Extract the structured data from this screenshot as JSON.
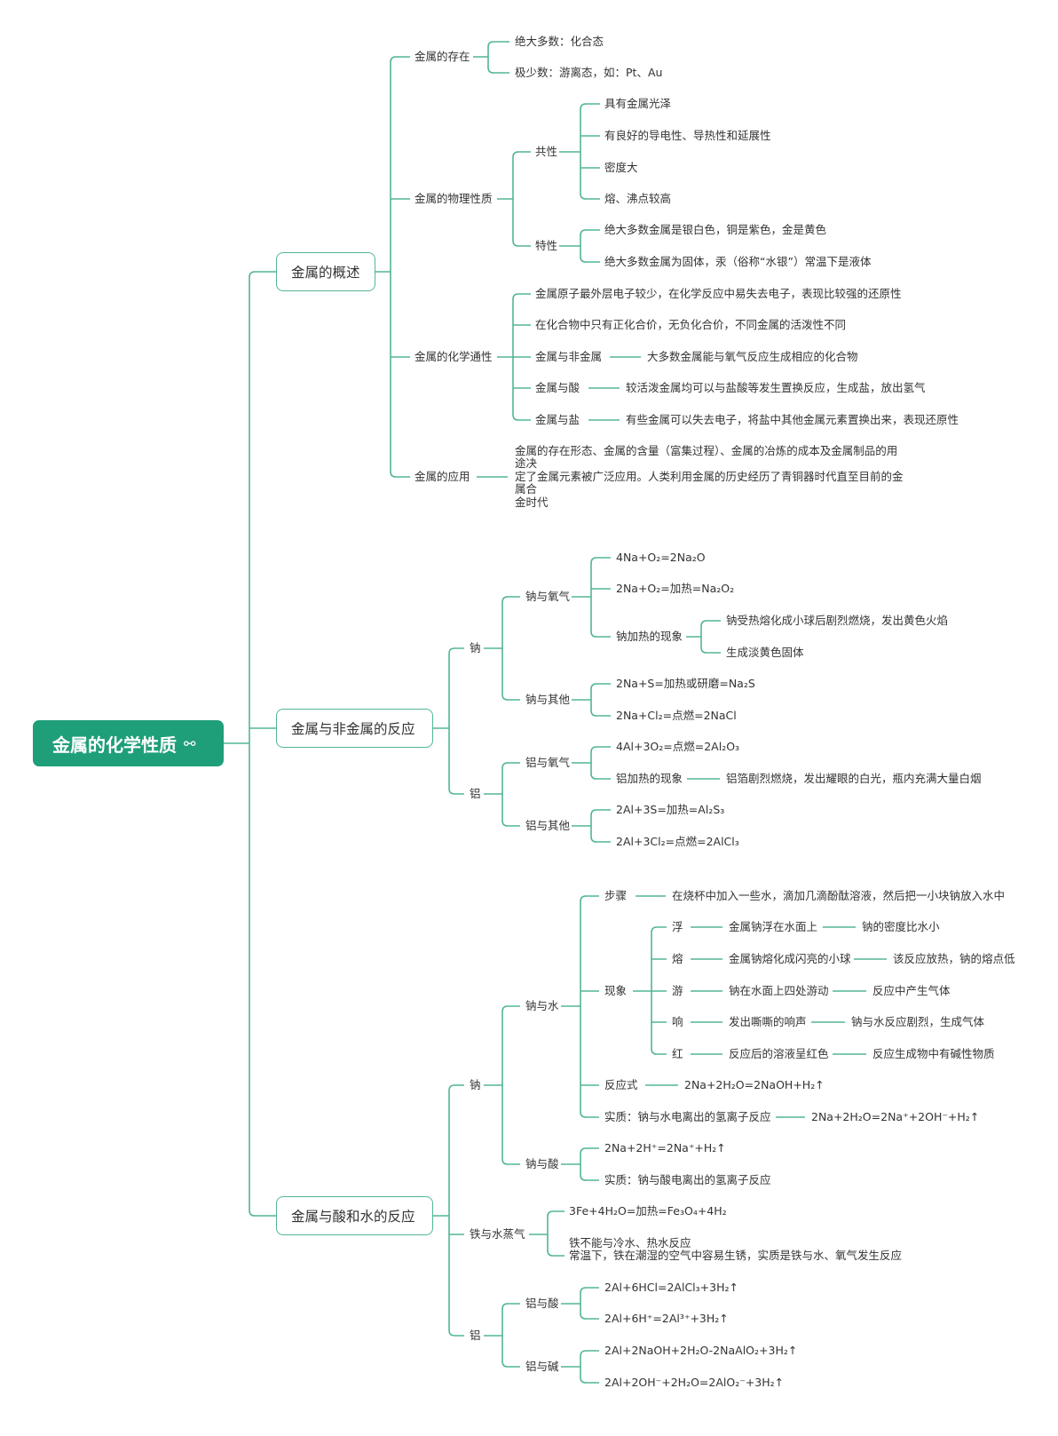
{
  "root": {
    "label": "金属的化学性质",
    "icon": "link-icon"
  },
  "colors": {
    "accent": "#1f9e7a",
    "line": "#52b596"
  },
  "s1": {
    "title": "金属的概述",
    "cunzai": {
      "label": "金属的存在",
      "a": "绝大多数：化合态",
      "b": "极少数：游离态，如：Pt、Au"
    },
    "wuli": {
      "label": "金属的物理性质",
      "gongxing": "共性",
      "g1": "具有金属光泽",
      "g2": "有良好的导电性、导热性和延展性",
      "g3": "密度大",
      "g4": "熔、沸点较高",
      "texing": "特性",
      "t1": "绝大多数金属是银白色，铜是紫色，金是黄色",
      "t2": "绝大多数金属为固体，汞（俗称“水银”）常温下是液体"
    },
    "huaxue": {
      "label": "金属的化学通性",
      "c1": "金属原子最外层电子较少，在化学反应中易失去电子，表现比较强的还原性",
      "c2": "在化合物中只有正化合价，无负化合价，不同金属的活泼性不同",
      "c3": "金属与非金属",
      "c3v": "大多数金属能与氧气反应生成相应的化合物",
      "c4": "金属与酸",
      "c4v": "较活泼金属均可以与盐酸等发生置换反应，生成盐，放出氢气",
      "c5": "金属与盐",
      "c5v": "有些金属可以失去电子，将盐中其他金属元素置换出来，表现还原性"
    },
    "yingyong": {
      "label": "金属的应用",
      "l1": "金属的存在形态、金属的含量（富集过程）、金属的冶炼的成本及金属制品的用",
      "l2": "途决",
      "l3": "定了金属元素被广泛应用。人类利用金属的历史经历了青铜器时代直至目前的金",
      "l4": "属合",
      "l5": "金时代"
    }
  },
  "s2": {
    "title": "金属与非金属的反应",
    "na": {
      "label": "钠",
      "o2": {
        "label": "钠与氧气",
        "e1": "4Na+O₂=2Na₂O",
        "e2": "2Na+O₂=加热=Na₂O₂",
        "xx": "钠加热的现象",
        "x1": "钠受热熔化成小球后剧烈燃烧，发出黄色火焰",
        "x2": "生成淡黄色固体"
      },
      "other": {
        "label": "钠与其他",
        "e1": "2Na+S=加热或研磨=Na₂S",
        "e2": "2Na+Cl₂=点燃=2NaCl"
      }
    },
    "al": {
      "label": "铝",
      "o2": {
        "label": "铝与氧气",
        "e1": "4Al+3O₂=点燃=2Al₂O₃",
        "xx": "铝加热的现象",
        "x1": "铝箔剧烈燃烧，发出耀眼的白光，瓶内充满大量白烟"
      },
      "other": {
        "label": "铝与其他",
        "e1": "2Al+3S=加热=Al₂S₃",
        "e2": "2Al+3Cl₂=点燃=2AlCl₃"
      }
    }
  },
  "s3": {
    "title": "金属与酸和水的反应",
    "na": {
      "label": "钠",
      "water": {
        "label": "钠与水",
        "step": "步骤",
        "stepv": "在烧杯中加入一些水，滴加几滴酚酞溶液，然后把一小块钠放入水中",
        "xx": "现象",
        "fu": "浮",
        "fu1": "金属钠浮在水面上",
        "fu2": "钠的密度比水小",
        "rong": "熔",
        "rong1": "金属钠熔化成闪亮的小球",
        "rong2": "该反应放热，钠的熔点低",
        "you": "游",
        "you1": "钠在水面上四处游动",
        "you2": "反应中产生气体",
        "xiang": "响",
        "xiang1": "发出嘶嘶的响声",
        "xiang2": "钠与水反应剧烈，生成气体",
        "hong": "红",
        "hong1": "反应后的溶液呈红色",
        "hong2": "反应生成物中有碱性物质",
        "eq": "反应式",
        "eqv": "2Na+2H₂O=2NaOH+H₂↑",
        "sz": "实质：钠与水电离出的氢离子反应",
        "szv": "2Na+2H₂O=2Na⁺+2OH⁻+H₂↑"
      },
      "acid": {
        "label": "钠与酸",
        "e1": "2Na+2H⁺=2Na⁺+H₂↑",
        "e2": "实质：钠与酸电离出的氢离子反应"
      }
    },
    "fe": {
      "label": "铁与水蒸气",
      "e1": "3Fe+4H₂O=加热=Fe₃O₄+4H₂",
      "n1": "铁不能与冷水、热水反应",
      "n2": "常温下，铁在潮湿的空气中容易生锈，实质是铁与水、氧气发生反应"
    },
    "al": {
      "label": "铝",
      "acid": {
        "label": "铝与酸",
        "e1": "2Al+6HCl=2AlCl₃+3H₂↑",
        "e2": "2Al+6H⁺=2Al³⁺+3H₂↑"
      },
      "base": {
        "label": "铝与碱",
        "e1": "2Al+2NaOH+2H₂O-2NaAlO₂+3H₂↑",
        "e2": "2Al+2OH⁻+2H₂O=2AlO₂⁻+3H₂↑"
      }
    }
  }
}
